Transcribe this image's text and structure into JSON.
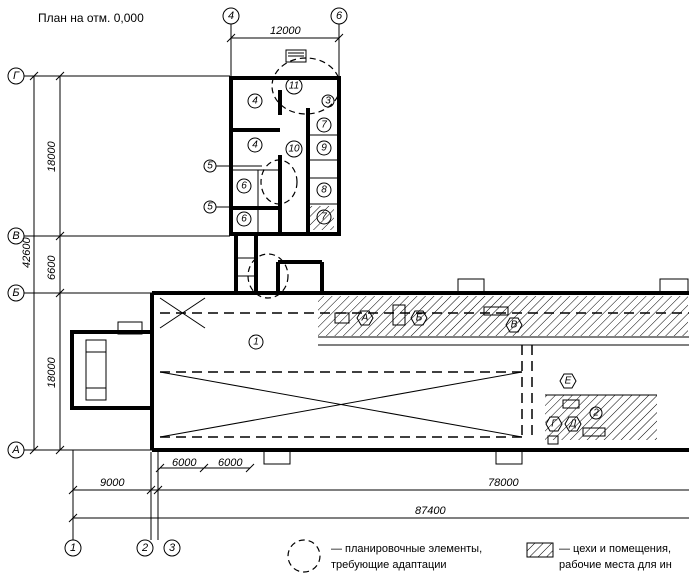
{
  "title": "План на отм. 0,000",
  "axes_top": [
    "4",
    "6"
  ],
  "axes_left": [
    "Г",
    "В",
    "Б",
    "А"
  ],
  "axes_bottom": [
    "1",
    "2",
    "3"
  ],
  "dimensions": {
    "top_width": "12000",
    "left_18000_top": "18000",
    "left_6600": "6600",
    "left_42600": "42600",
    "left_18000_bottom": "18000",
    "bay1": "6000",
    "bay2": "6000",
    "span_9000": "9000",
    "span_78000": "78000",
    "span_87400": "87400"
  },
  "rooms": {
    "r1": "1",
    "r2": "2",
    "r3": "3",
    "r4a": "4",
    "r4b": "4",
    "r5a": "5",
    "r5b": "5",
    "r6a": "6",
    "r6b": "6",
    "r7a": "7",
    "r7b": "7",
    "r8": "8",
    "r9": "9",
    "r10": "10",
    "r11": "11"
  },
  "workplaces": [
    "А",
    "Б",
    "В",
    "Г",
    "Д",
    "Е"
  ],
  "legend": {
    "circle_line1": "— планировочные элементы,",
    "circle_line2": "требующие адаптации",
    "hatch_line1": "— цехи и помещения,",
    "hatch_line2": "рабочие места для ин"
  }
}
